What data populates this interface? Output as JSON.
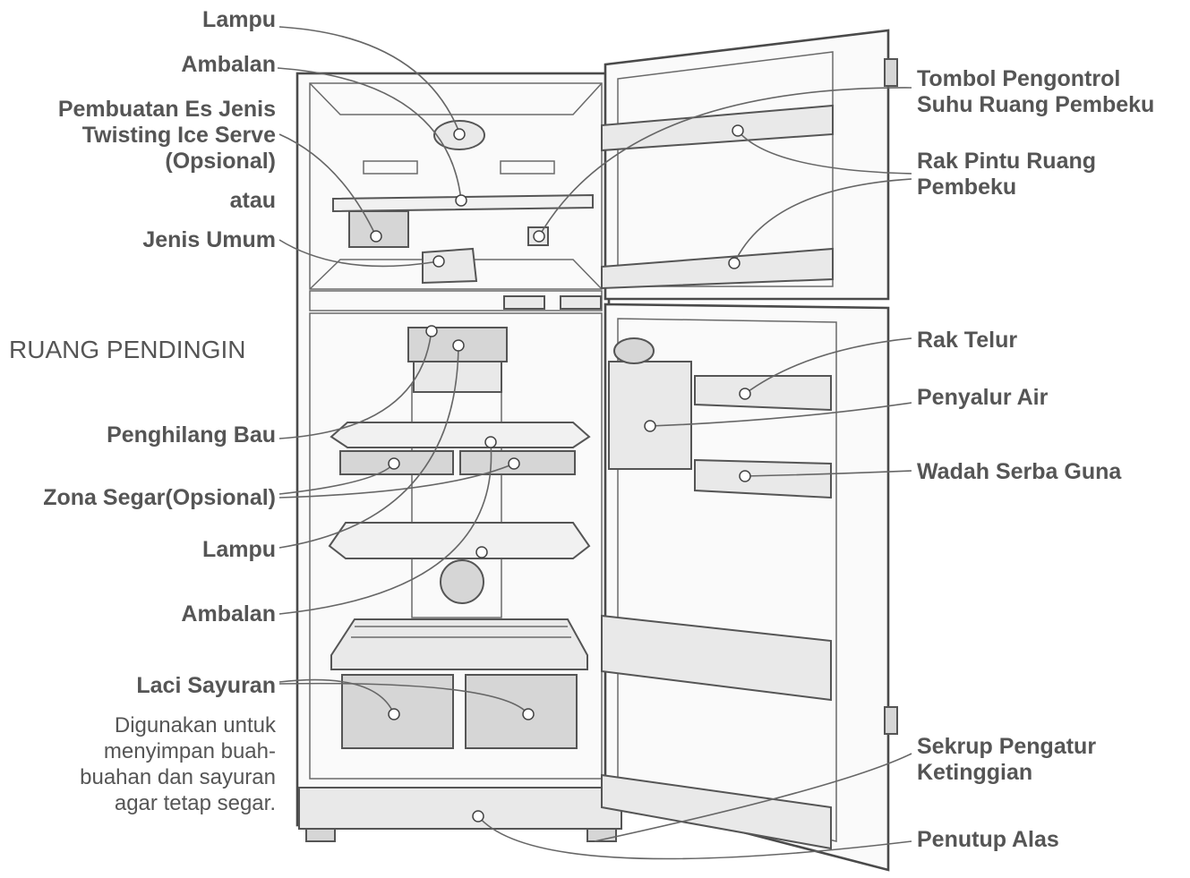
{
  "diagram": {
    "section_title": "RUANG PENDINGIN",
    "description_lines": [
      "Digunakan untuk",
      "menyimpan buah-",
      "buahan dan sayuran",
      "agar tetap segar."
    ],
    "labels_left": [
      [
        "Lampu"
      ],
      [
        "Ambalan"
      ],
      [
        "Pembuatan Es Jenis",
        "Twisting Ice Serve",
        "(Opsional)"
      ],
      [
        "atau"
      ],
      [
        "Jenis Umum"
      ],
      [
        "Penghilang Bau"
      ],
      [
        "Zona Segar(Opsional)"
      ],
      [
        "Lampu"
      ],
      [
        "Ambalan"
      ],
      [
        "Laci Sayuran"
      ]
    ],
    "labels_right": [
      [
        "Tombol Pengontrol",
        "Suhu Ruang Pembeku"
      ],
      [
        "Rak Pintu Ruang",
        "Pembeku"
      ],
      [
        "Rak Telur"
      ],
      [
        "Penyalur Air"
      ],
      [
        "Wadah Serba Guna"
      ],
      [
        "Sekrup Pengatur",
        "Ketinggian"
      ],
      [
        "Penutup Alas"
      ]
    ]
  }
}
